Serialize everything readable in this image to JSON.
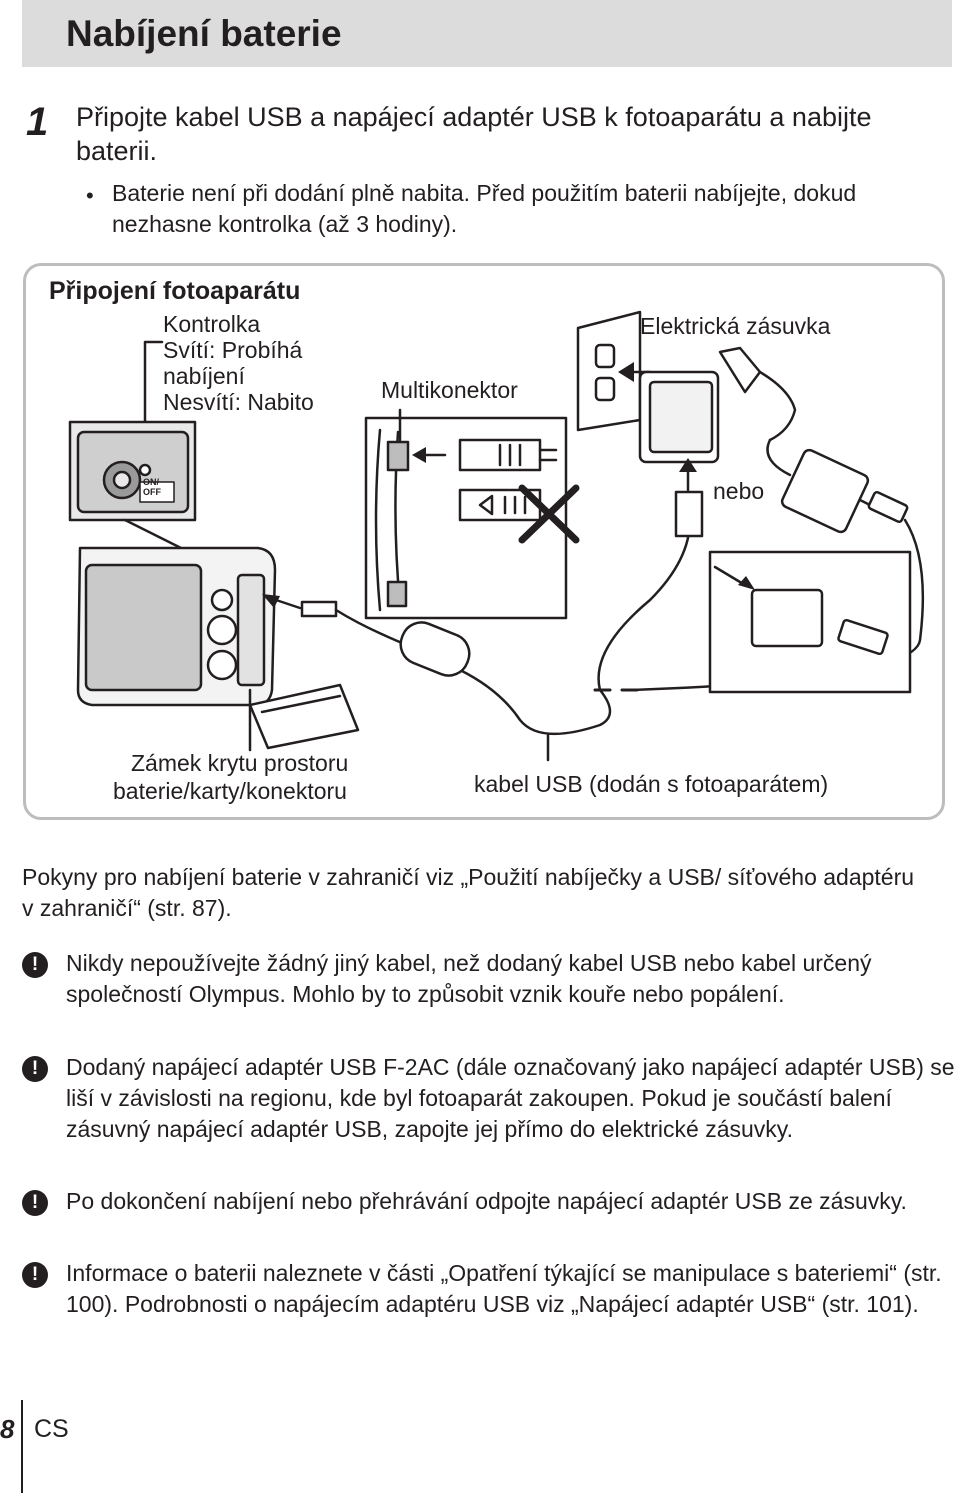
{
  "header": {
    "title": "Nabíjení baterie"
  },
  "step": {
    "number": "1",
    "text": "Připojte kabel USB a napájecí adaptér USB k fotoaparátu a nabijte baterii.",
    "bullet": "Baterie není při dodání plně nabita. Před použitím baterii nabíjejte, dokud nezhasne kontrolka (až 3 hodiny)."
  },
  "diagram": {
    "title": "Připojení fotoaparátu",
    "indicator_lines": [
      "Kontrolka",
      "Svítí: Probíhá",
      "nabíjení",
      "Nesvítí: Nabito"
    ],
    "multiconnector": "Multikonektor",
    "outlet": "Elektrická zásuvka",
    "or": "nebo",
    "cover_lock_lines": [
      "Zámek krytu prostoru",
      "baterie/karty/konektoru"
    ],
    "usb_cable": "kabel USB (dodán s fotoaparátem)",
    "camera_button_label": "ON/ OFF"
  },
  "note": "Pokyny pro nabíjení baterie v zahraničí viz „Použití nabíječky a USB/ síťového adaptéru v zahraničí“ (str. 87).",
  "warnings": [
    "Nikdy nepoužívejte žádný jiný kabel, než dodaný kabel USB nebo kabel určený společností Olympus. Mohlo by to způsobit vznik kouře nebo popálení.",
    "Dodaný napájecí adaptér USB F-2AC (dále označovaný jako napájecí adaptér USB) se liší v závislosti na regionu, kde byl fotoaparát zakoupen. Pokud je součástí balení zásuvný napájecí adaptér USB, zapojte jej přímo do elektrické zásuvky.",
    "Po dokončení nabíjení nebo přehrávání odpojte napájecí adaptér USB ze zásuvky.",
    "Informace o baterii naleznete v části „Opatření týkající se manipulace s bateriemi“ (str. 100). Podrobnosti o napájecím adaptéru USB viz „Napájecí adaptér USB“ (str. 101)."
  ],
  "warning_icon": "exclamation-icon",
  "footer": {
    "page": "8",
    "lang": "CS"
  }
}
